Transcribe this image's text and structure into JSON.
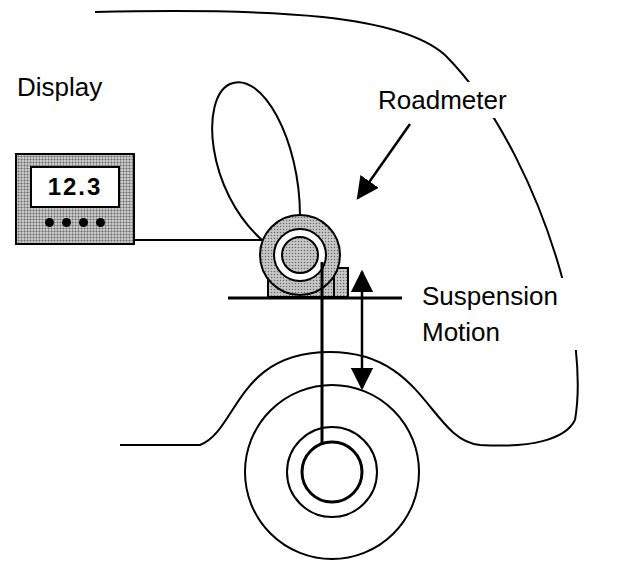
{
  "diagram": {
    "nodes": [
      {
        "text": [
          "Display",
          "12.3"
        ]
      }
    ],
    "labels": [
      "Roadmeter",
      "Suspension Motion"
    ]
  }
}
